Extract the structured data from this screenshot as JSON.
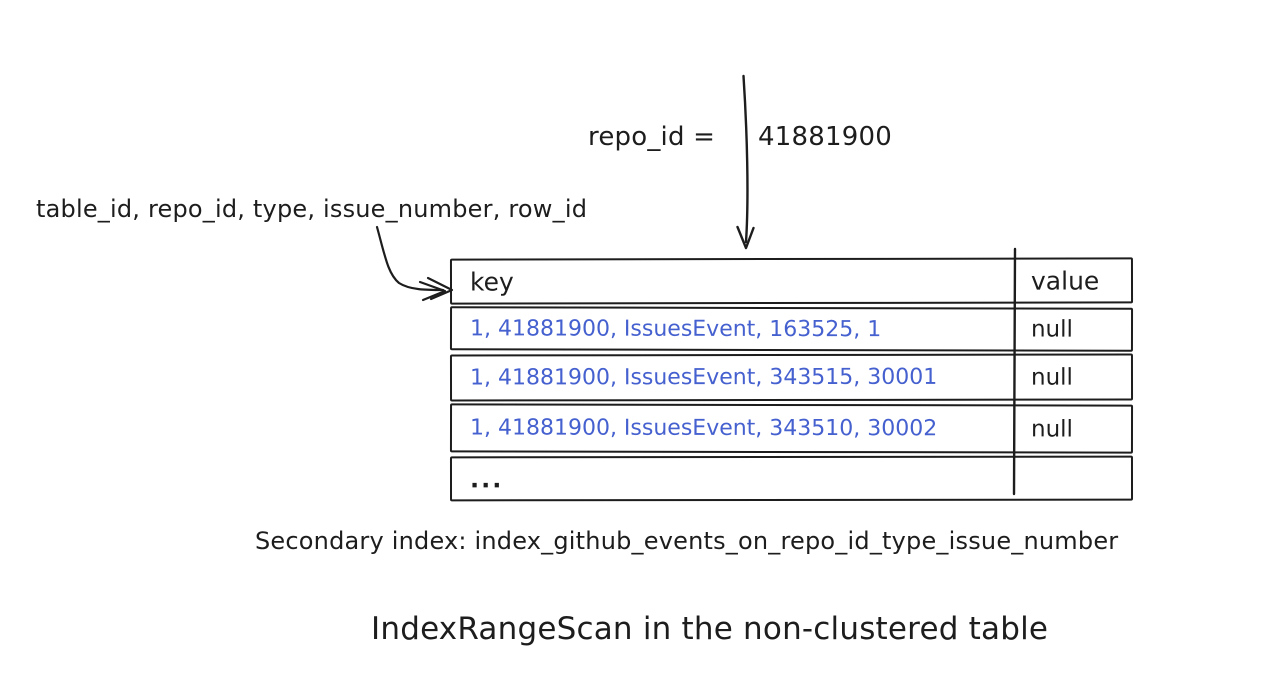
{
  "colors": {
    "ink": "#1d1d1d",
    "key_text_blue": "#4560cf",
    "background": "#ffffff"
  },
  "annotations": {
    "filter_label": "repo_id =",
    "filter_value": "41881900",
    "composite_key_label": "table_id, repo_id, type, issue_number, row_id"
  },
  "table": {
    "columns": {
      "key": "key",
      "value": "value"
    },
    "rows": [
      {
        "key": "1, 41881900, IssuesEvent, 163525, 1",
        "value": "null"
      },
      {
        "key": "1, 41881900, IssuesEvent, 343515, 30001",
        "value": "null"
      },
      {
        "key": "1, 41881900, IssuesEvent, 343510, 30002",
        "value": "null"
      },
      {
        "key": "...",
        "value": ""
      }
    ]
  },
  "captions": {
    "secondary_index": "Secondary index: index_github_events_on_repo_id_type_issue_number",
    "title": "IndexRangeScan in the non-clustered table"
  }
}
